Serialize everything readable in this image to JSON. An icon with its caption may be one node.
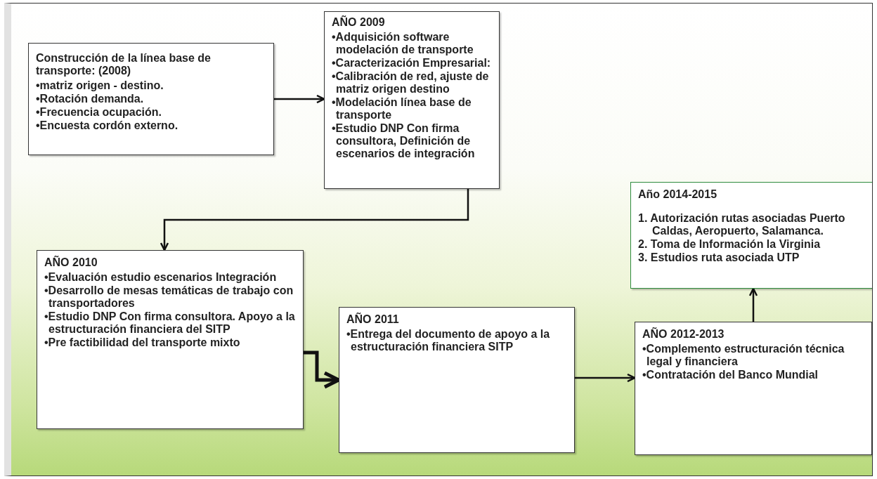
{
  "diagram": {
    "nodes": [
      {
        "text": [
          "Construcción de la línea base de transporte: (2008)",
          "•matriz origen -  destino.",
          "•Rotación demanda.",
          "•Frecuencia ocupación.",
          "•Encuesta cordón externo."
        ]
      },
      {
        "text": [
          "AÑO 2009",
          "•Adquisición software modelación de transporte",
          "•Caracterización Empresarial:",
          "•Calibración de red, ajuste de matriz origen destino",
          "•Modelación línea base de transporte",
          "•Estudio DNP Con firma consultora, Definición de escenarios de integración"
        ]
      },
      {
        "text": [
          "AÑO 2010",
          "•Evaluación estudio escenarios Integración",
          "•Desarrollo de mesas temáticas de trabajo con transportadores",
          "•Estudio DNP Con firma consultora. Apoyo a la estructuración financiera del SITP",
          "•Pre factibilidad  del transporte mixto"
        ]
      },
      {
        "text": [
          "AÑO 2011",
          "•Entrega del documento de apoyo a la estructuración financiera SITP"
        ]
      },
      {
        "text": [
          "AÑO 2012-2013",
          "•Complemento estructuración técnica legal y financiera",
          "•Contratación del Banco Mundial"
        ]
      },
      {
        "text": [
          "Año 2014-2015",
          "1. Autorización rutas asociadas Puerto Caldas, Aeropuerto, Salamanca.",
          "2. Toma de Información la Virginia",
          "3. Estudios ruta asociada UTP"
        ]
      }
    ],
    "edges": [
      {
        "from": 0,
        "to": 1,
        "arrow": "to"
      },
      {
        "from": 1,
        "to": 2,
        "arrow": "to"
      },
      {
        "from": 2,
        "to": 3,
        "arrow": "to",
        "style": "thick"
      },
      {
        "from": 3,
        "to": 4,
        "arrow": "to"
      },
      {
        "from": 4,
        "to": 5,
        "arrow": "to"
      }
    ]
  }
}
